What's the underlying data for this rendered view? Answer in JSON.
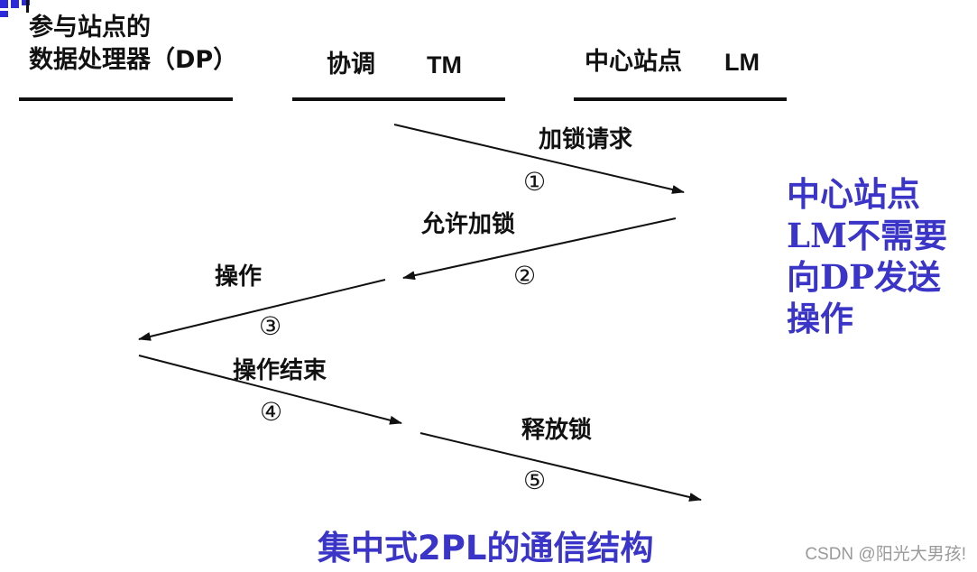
{
  "columns": {
    "dp_title_line1": "参与站点的",
    "dp_title_line2": "数据处理器（DP）",
    "tm_label": "协调",
    "tm_abbr": "TM",
    "lm_label": "中心站点",
    "lm_abbr": "LM"
  },
  "messages": [
    {
      "label": "加锁请求",
      "step": "①"
    },
    {
      "label": "允许加锁",
      "step": "②"
    },
    {
      "label": "操作",
      "step": "③"
    },
    {
      "label": "操作结束",
      "step": "④"
    },
    {
      "label": "释放锁",
      "step": "⑤"
    }
  ],
  "note_lines": [
    "中心站点",
    "LM不需要",
    "向DP发送",
    "操作"
  ],
  "caption": "集中式2PL的通信结构",
  "watermark": "CSDN @阳光大男孩!",
  "colors": {
    "accent": "#3a35c8",
    "line": "#111111",
    "corner": "#2b2bd9"
  }
}
